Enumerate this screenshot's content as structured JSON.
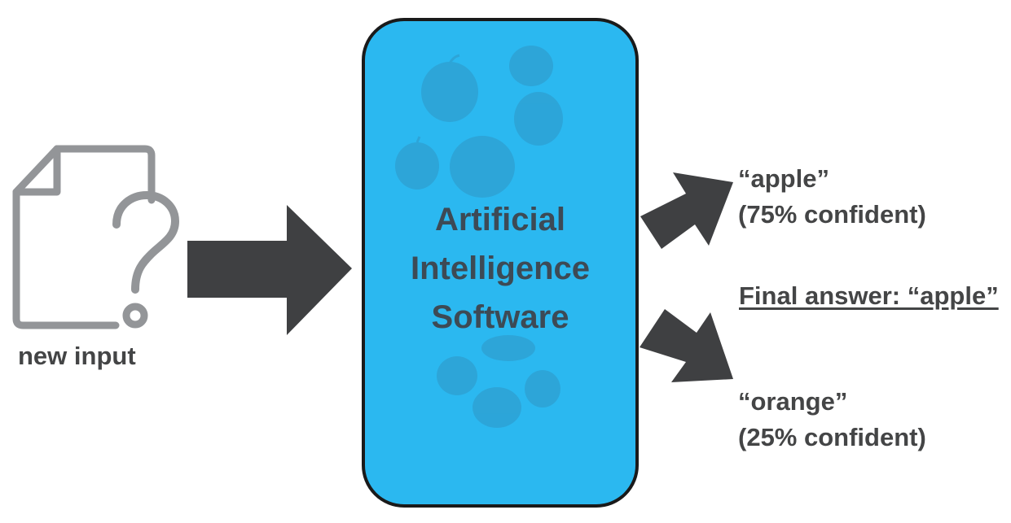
{
  "colors": {
    "arrow": "#3f4042",
    "icon": "#939598",
    "ai_box_fill": "#2bb8f0",
    "ai_box_stroke": "#1a1a1a",
    "text": "#444546",
    "ai_text": "#3d4a55",
    "fruit_silhouette": "#2e9fd1"
  },
  "icons": {
    "input": "document-question-icon"
  },
  "input": {
    "label": "new input"
  },
  "ai_box": {
    "line1": "Artificial",
    "line2": "Intelligence",
    "line3": "Software"
  },
  "outputs": {
    "apple": {
      "label": "“apple”",
      "confidence": "(75% confident)"
    },
    "orange": {
      "label": "“orange”",
      "confidence": "(25% confident)"
    },
    "final_answer": "Final answer: “apple”"
  }
}
